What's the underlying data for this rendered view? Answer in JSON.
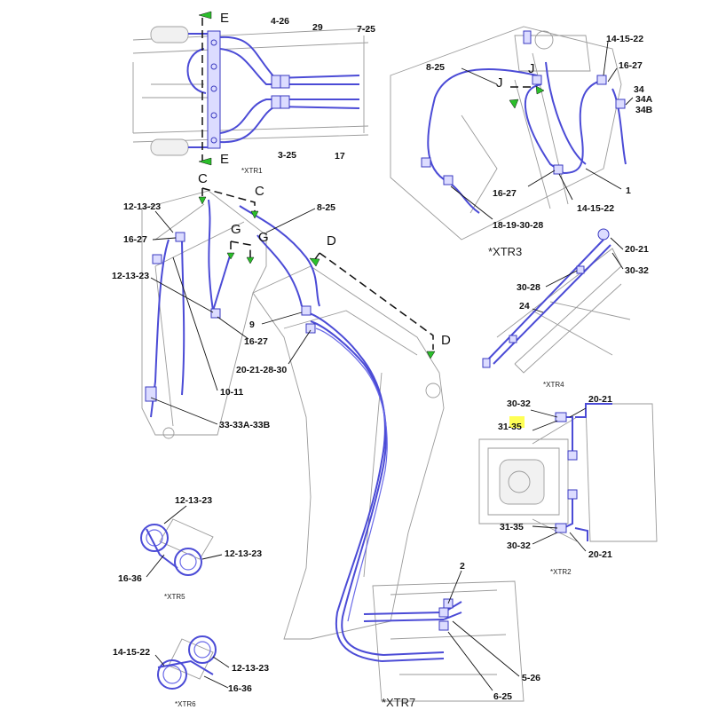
{
  "colors": {
    "hose": "#4b4bd6",
    "arrow": "#2bbf2b",
    "highlight": "#ffff55",
    "outline": "#9a9a9a"
  },
  "views": {
    "xtr1": {
      "name": "*XTR1"
    },
    "xtr2": {
      "name": "*XTR2"
    },
    "xtr3": {
      "name": "*XTR3"
    },
    "xtr4": {
      "name": "*XTR4"
    },
    "xtr5": {
      "name": "*XTR5"
    },
    "xtr6": {
      "name": "*XTR6"
    },
    "xtr7": {
      "name": "*XTR7"
    }
  },
  "section_markers": [
    "E",
    "E",
    "C",
    "C",
    "G",
    "G",
    "D",
    "D",
    "J",
    "J"
  ],
  "callouts": [
    "4-26",
    "29",
    "7-25",
    "3-25",
    "17",
    "8-25",
    "14-15-22",
    "16-27",
    "34",
    "34A",
    "34B",
    "16-27",
    "14-15-22",
    "18-19-30-28",
    "1",
    "12-13-23",
    "16-27",
    "12-13-23",
    "16-27",
    "10-11",
    "33-33A-33B",
    "8-25",
    "9",
    "20-21-28-30",
    "20-21",
    "30-32",
    "30-28",
    "24",
    "30-32",
    "20-21",
    "31-35",
    "31-35",
    "30-32",
    "20-21",
    "12-13-23",
    "12-13-23",
    "16-36",
    "14-15-22",
    "12-13-23",
    "16-36",
    "2",
    "5-26",
    "6-25"
  ],
  "highlighted_callout": "31-35"
}
